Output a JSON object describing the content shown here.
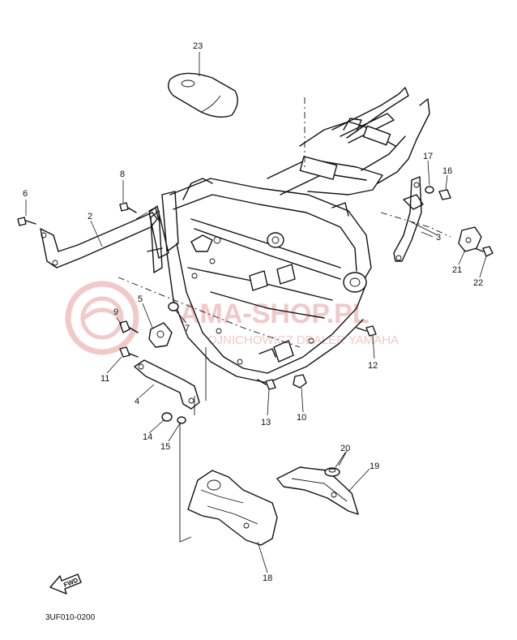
{
  "diagram": {
    "code": "3UF010-0200",
    "fwd_label": "FWD",
    "watermark": {
      "main": "AMA-SHOP.PL",
      "sub": "OJNICHOWICZ DEALER YAMAHA"
    },
    "callouts": [
      "2",
      "3",
      "4",
      "5",
      "6",
      "7",
      "8",
      "9",
      "10",
      "11",
      "12",
      "13",
      "14",
      "15",
      "16",
      "17",
      "18",
      "19",
      "20",
      "21",
      "22",
      "23"
    ]
  }
}
